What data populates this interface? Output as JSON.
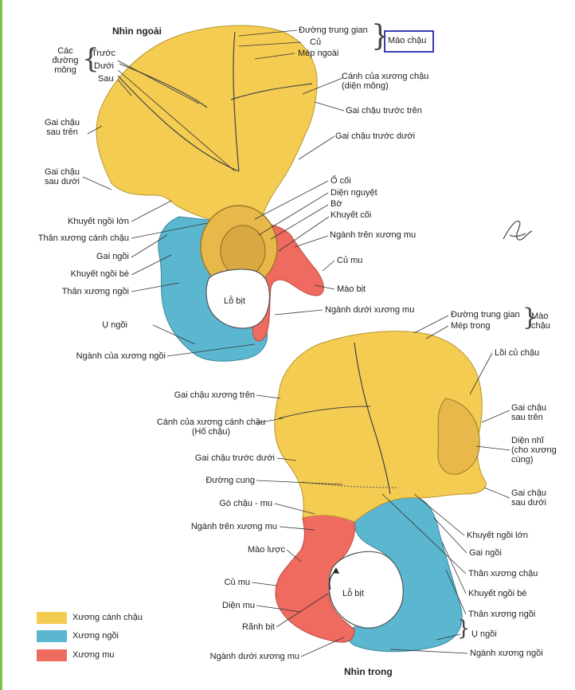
{
  "colors": {
    "ilium": "#f4cc52",
    "ischium": "#5bb6cf",
    "pubis": "#ef6b60",
    "highlight": "#3a3db8",
    "frame": "#7cc242"
  },
  "views": {
    "outer": "Nhìn ngoài",
    "inner": "Nhìn trong"
  },
  "outer": {
    "gluteal_lines_group": "Các\nđường\nmông",
    "gluteal_anterior": "Trước",
    "gluteal_inferior": "Dưới",
    "gluteal_posterior": "Sau",
    "intermediate_zone": "Đường trung gian",
    "tubercle": "Củ",
    "outer_lip": "Mép ngoài",
    "iliac_crest": "Mào chậu",
    "wing_gluteal": "Cánh của xương chậu\n(diện mông)",
    "asis": "Gai chậu trước trên",
    "aiis": "Gai chậu trước dưới",
    "psis": "Gai chậu\nsau trên",
    "piis": "Gai chậu\nsau dưới",
    "acetabulum": "Ổ cối",
    "lunate": "Diện nguyệt",
    "margin": "Bờ",
    "acetabular_notch": "Khuyết cối",
    "greater_notch": "Khuyết ngồi lớn",
    "ilium_body": "Thân xương cánh chậu",
    "sup_ramus": "Ngành trên xương mu",
    "pubic_tubercle": "Củ mu",
    "ischial_spine": "Gai ngồi",
    "lesser_notch": "Khuyết ngồi bé",
    "obturator_crest": "Mào bịt",
    "ischium_body": "Thân xương ngồi",
    "obturator_foramen": "Lỗ bịt",
    "inf_ramus": "Ngành dưới xương mu",
    "ischial_tuber": "Ụ ngồi",
    "ischial_ramus": "Ngành của xương ngồi"
  },
  "inner": {
    "intermediate_zone": "Đường trung gian",
    "inner_lip": "Mép trong",
    "iliac_crest": "Mào\nchậu",
    "iliac_tuberosity": "Lồi củ chậu",
    "asis": "Gai chậu xương trên",
    "wing_fossa": "Cánh của xương cánh chậu\n(Hố chậu)",
    "psis": "Gai chậu\nsau trên",
    "auricular": "Diện nhĩ\n(cho xương\ncùng)",
    "aiis": "Gai chậu trước dưới",
    "arcuate": "Đường cung",
    "piis": "Gai chậu\nsau dưới",
    "iliopubic": "Gò chậu - mu",
    "greater_notch": "Khuyết ngồi lớn",
    "sup_ramus": "Ngành trên xương mu",
    "ischial_spine": "Gai ngồi",
    "pecten": "Mào lược",
    "ilium_body": "Thân xương chậu",
    "pubic_tubercle": "Củ mu",
    "obturator_foramen": "Lỗ bịt",
    "lesser_notch": "Khuyết ngồi bé",
    "symphyseal": "Diện mu",
    "ischium_body": "Thân xương ngồi",
    "obturator_groove": "Rãnh bịt",
    "ischial_tuber": "Ụ ngồi",
    "inf_ramus": "Ngành dưới xương mu",
    "ischial_ramus": "Ngành xương ngồi"
  },
  "legend": [
    {
      "label": "Xương cánh chậu",
      "color": "#f4cc52"
    },
    {
      "label": "Xương ngồi",
      "color": "#5bb6cf"
    },
    {
      "label": "Xương mu",
      "color": "#ef6b60"
    }
  ]
}
